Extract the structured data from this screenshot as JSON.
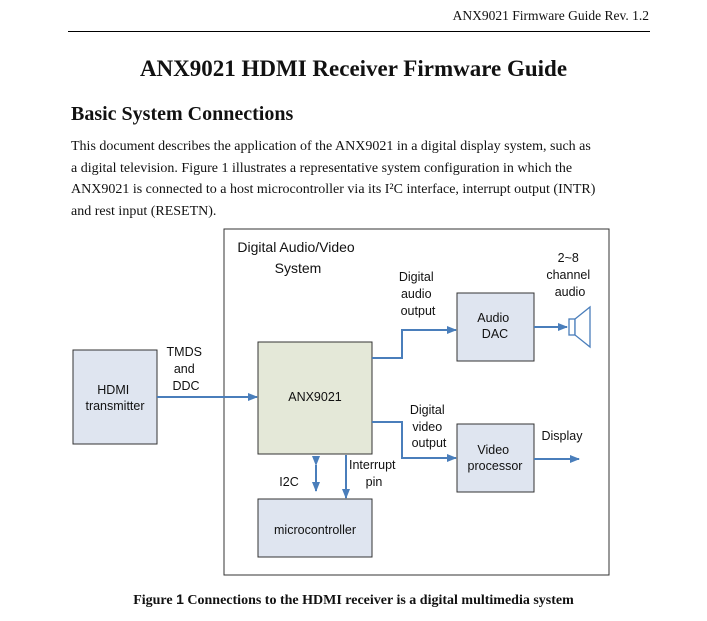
{
  "header": {
    "running_title": "ANX9021 Firmware Guide Rev. 1.2"
  },
  "document": {
    "title": "ANX9021 HDMI Receiver Firmware Guide",
    "section_heading": "Basic System Connections",
    "paragraph_lines": [
      "This document describes the application of the ANX9021 in a digital display system, such as",
      "a digital television.  Figure  1 illustrates a representative system configuration in which the",
      "ANX9021 is connected to a host microcontroller via its I²C interface, interrupt output (INTR)",
      "and rest input (RESETN)."
    ]
  },
  "figure": {
    "system_label": [
      "Digital Audio/Video",
      "System"
    ],
    "hdmi_transmitter": [
      "HDMI",
      "transmitter"
    ],
    "tmds_label": [
      "TMDS",
      "and",
      "DDC"
    ],
    "anx_label": "ANX9021",
    "digital_audio_label": [
      "Digital",
      "audio",
      "output"
    ],
    "audio_dac": [
      "Audio",
      "DAC"
    ],
    "channel_label": [
      "2~8",
      "channel",
      "audio"
    ],
    "digital_video_label": [
      "Digital",
      "video",
      "output"
    ],
    "video_processor": [
      "Video",
      "processor"
    ],
    "display_label": "Display",
    "i2c_label": "I2C",
    "interrupt_label": [
      "Interrupt",
      "pin"
    ],
    "microcontroller": "microcontroller",
    "colors": {
      "box_fill": "#dfe5f0",
      "anx_fill": "#e4e8d8",
      "arrow": "#4a7ebb",
      "border": "#333333"
    }
  },
  "caption": {
    "prefix": "Figure ",
    "number": "1",
    "text": " Connections to the HDMI receiver is a digital multimedia system"
  }
}
